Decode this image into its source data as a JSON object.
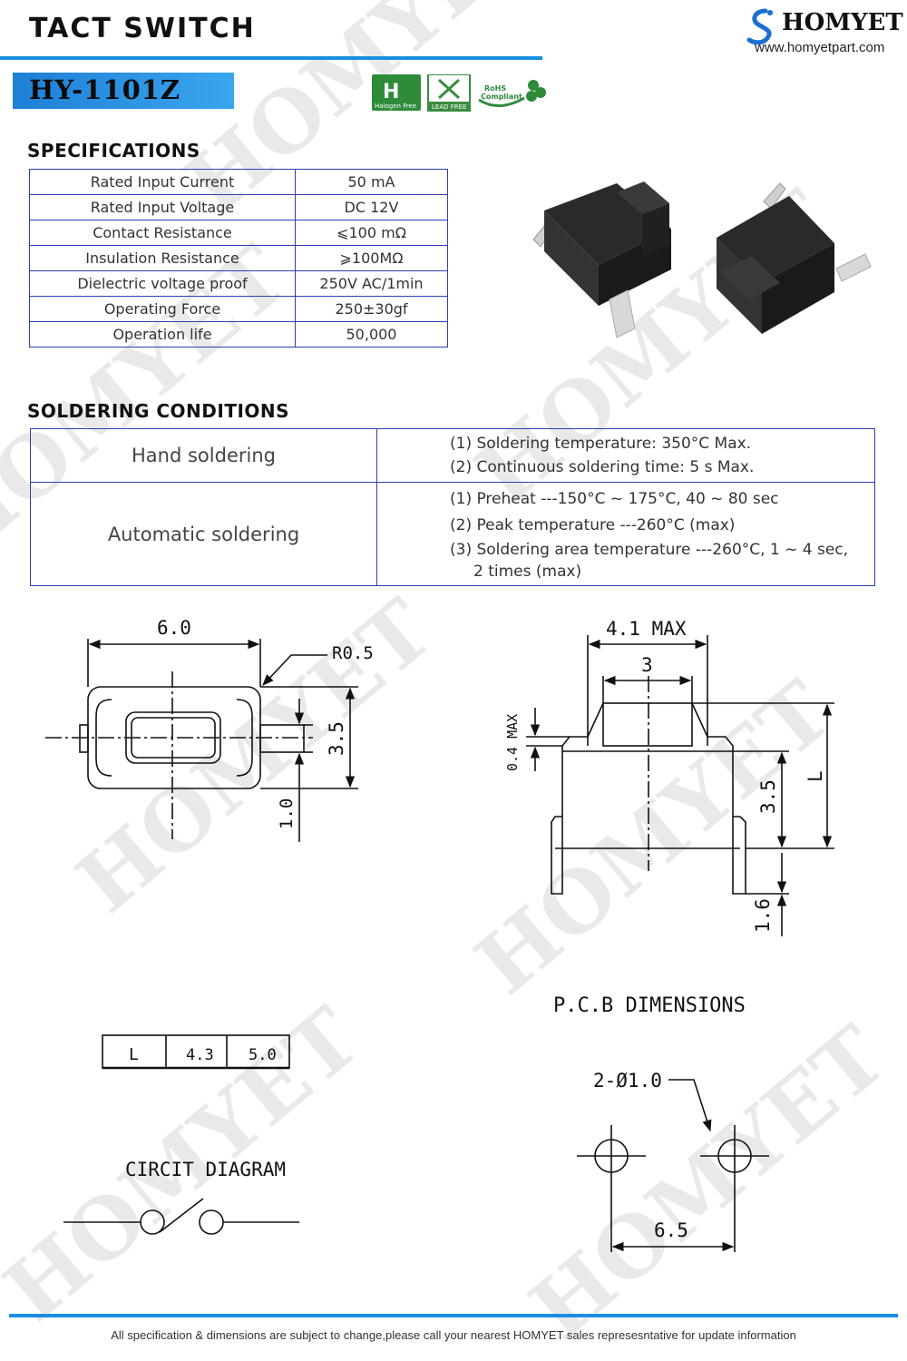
{
  "header": {
    "title": "TACT  SWITCH",
    "brand": "HOMYET",
    "website": "www.homyetpart.com",
    "model": "HY-1101Z"
  },
  "badges": {
    "halogen_free": "Halogen Free",
    "lead_free": "LEAD FREE",
    "rohs_line1": "RoHS",
    "rohs_line2": "Compliant"
  },
  "specifications": {
    "title": "SPECIFICATIONS",
    "rows": [
      {
        "name": "Rated Input Current",
        "value": "50 mA"
      },
      {
        "name": "Rated Input Voltage",
        "value": "DC 12V"
      },
      {
        "name": "Contact Resistance",
        "value": "⩽100 mΩ"
      },
      {
        "name": "Insulation Resistance",
        "value": "⩾100MΩ"
      },
      {
        "name": "Dielectric voltage proof",
        "value": "250V AC/1min"
      },
      {
        "name": "Operating Force",
        "value": "250±30gf"
      },
      {
        "name": "Operation life",
        "value": "50,000"
      }
    ]
  },
  "soldering": {
    "title": "SOLDERING  CONDITIONS",
    "hand": {
      "label": "Hand soldering",
      "lines": [
        "(1) Soldering temperature: 350°C Max.",
        "(2) Continuous soldering time: 5 s Max."
      ]
    },
    "auto": {
      "label": "Automatic soldering",
      "lines": [
        "(1) Preheat ---150°C ~ 175°C, 40 ~ 80 sec",
        "(2) Peak temperature ---260°C (max)",
        "(3) Soldering area temperature ---260°C, 1 ~ 4 sec,",
        "2 times (max)"
      ]
    }
  },
  "top_view": {
    "width_dim": "6.0",
    "radius": "R0.5",
    "height_dim": "3.5",
    "offset_dim": "1.0"
  },
  "side_view": {
    "max_width": "4.1  MAX",
    "actuator_width": "3",
    "step_dim": "0.4 MAX",
    "body_height": "3.5",
    "length_label": "L",
    "lead_dim": "1.6"
  },
  "l_table": {
    "label": "L",
    "opt1": "4.3",
    "opt2": "5.0"
  },
  "circuit": {
    "title": "CIRCIT  DIAGRAM"
  },
  "pcb": {
    "title": "P.C.B  DIMENSIONS",
    "hole": "2-Ø1.0",
    "pitch": "6.5"
  },
  "footer": {
    "text": "All specification & dimensions are subject to change,please call your nearest HOMYET sales represesntative for update information"
  },
  "colors": {
    "accent": "#1a8fe3",
    "table_border": "#2d3fb5"
  }
}
